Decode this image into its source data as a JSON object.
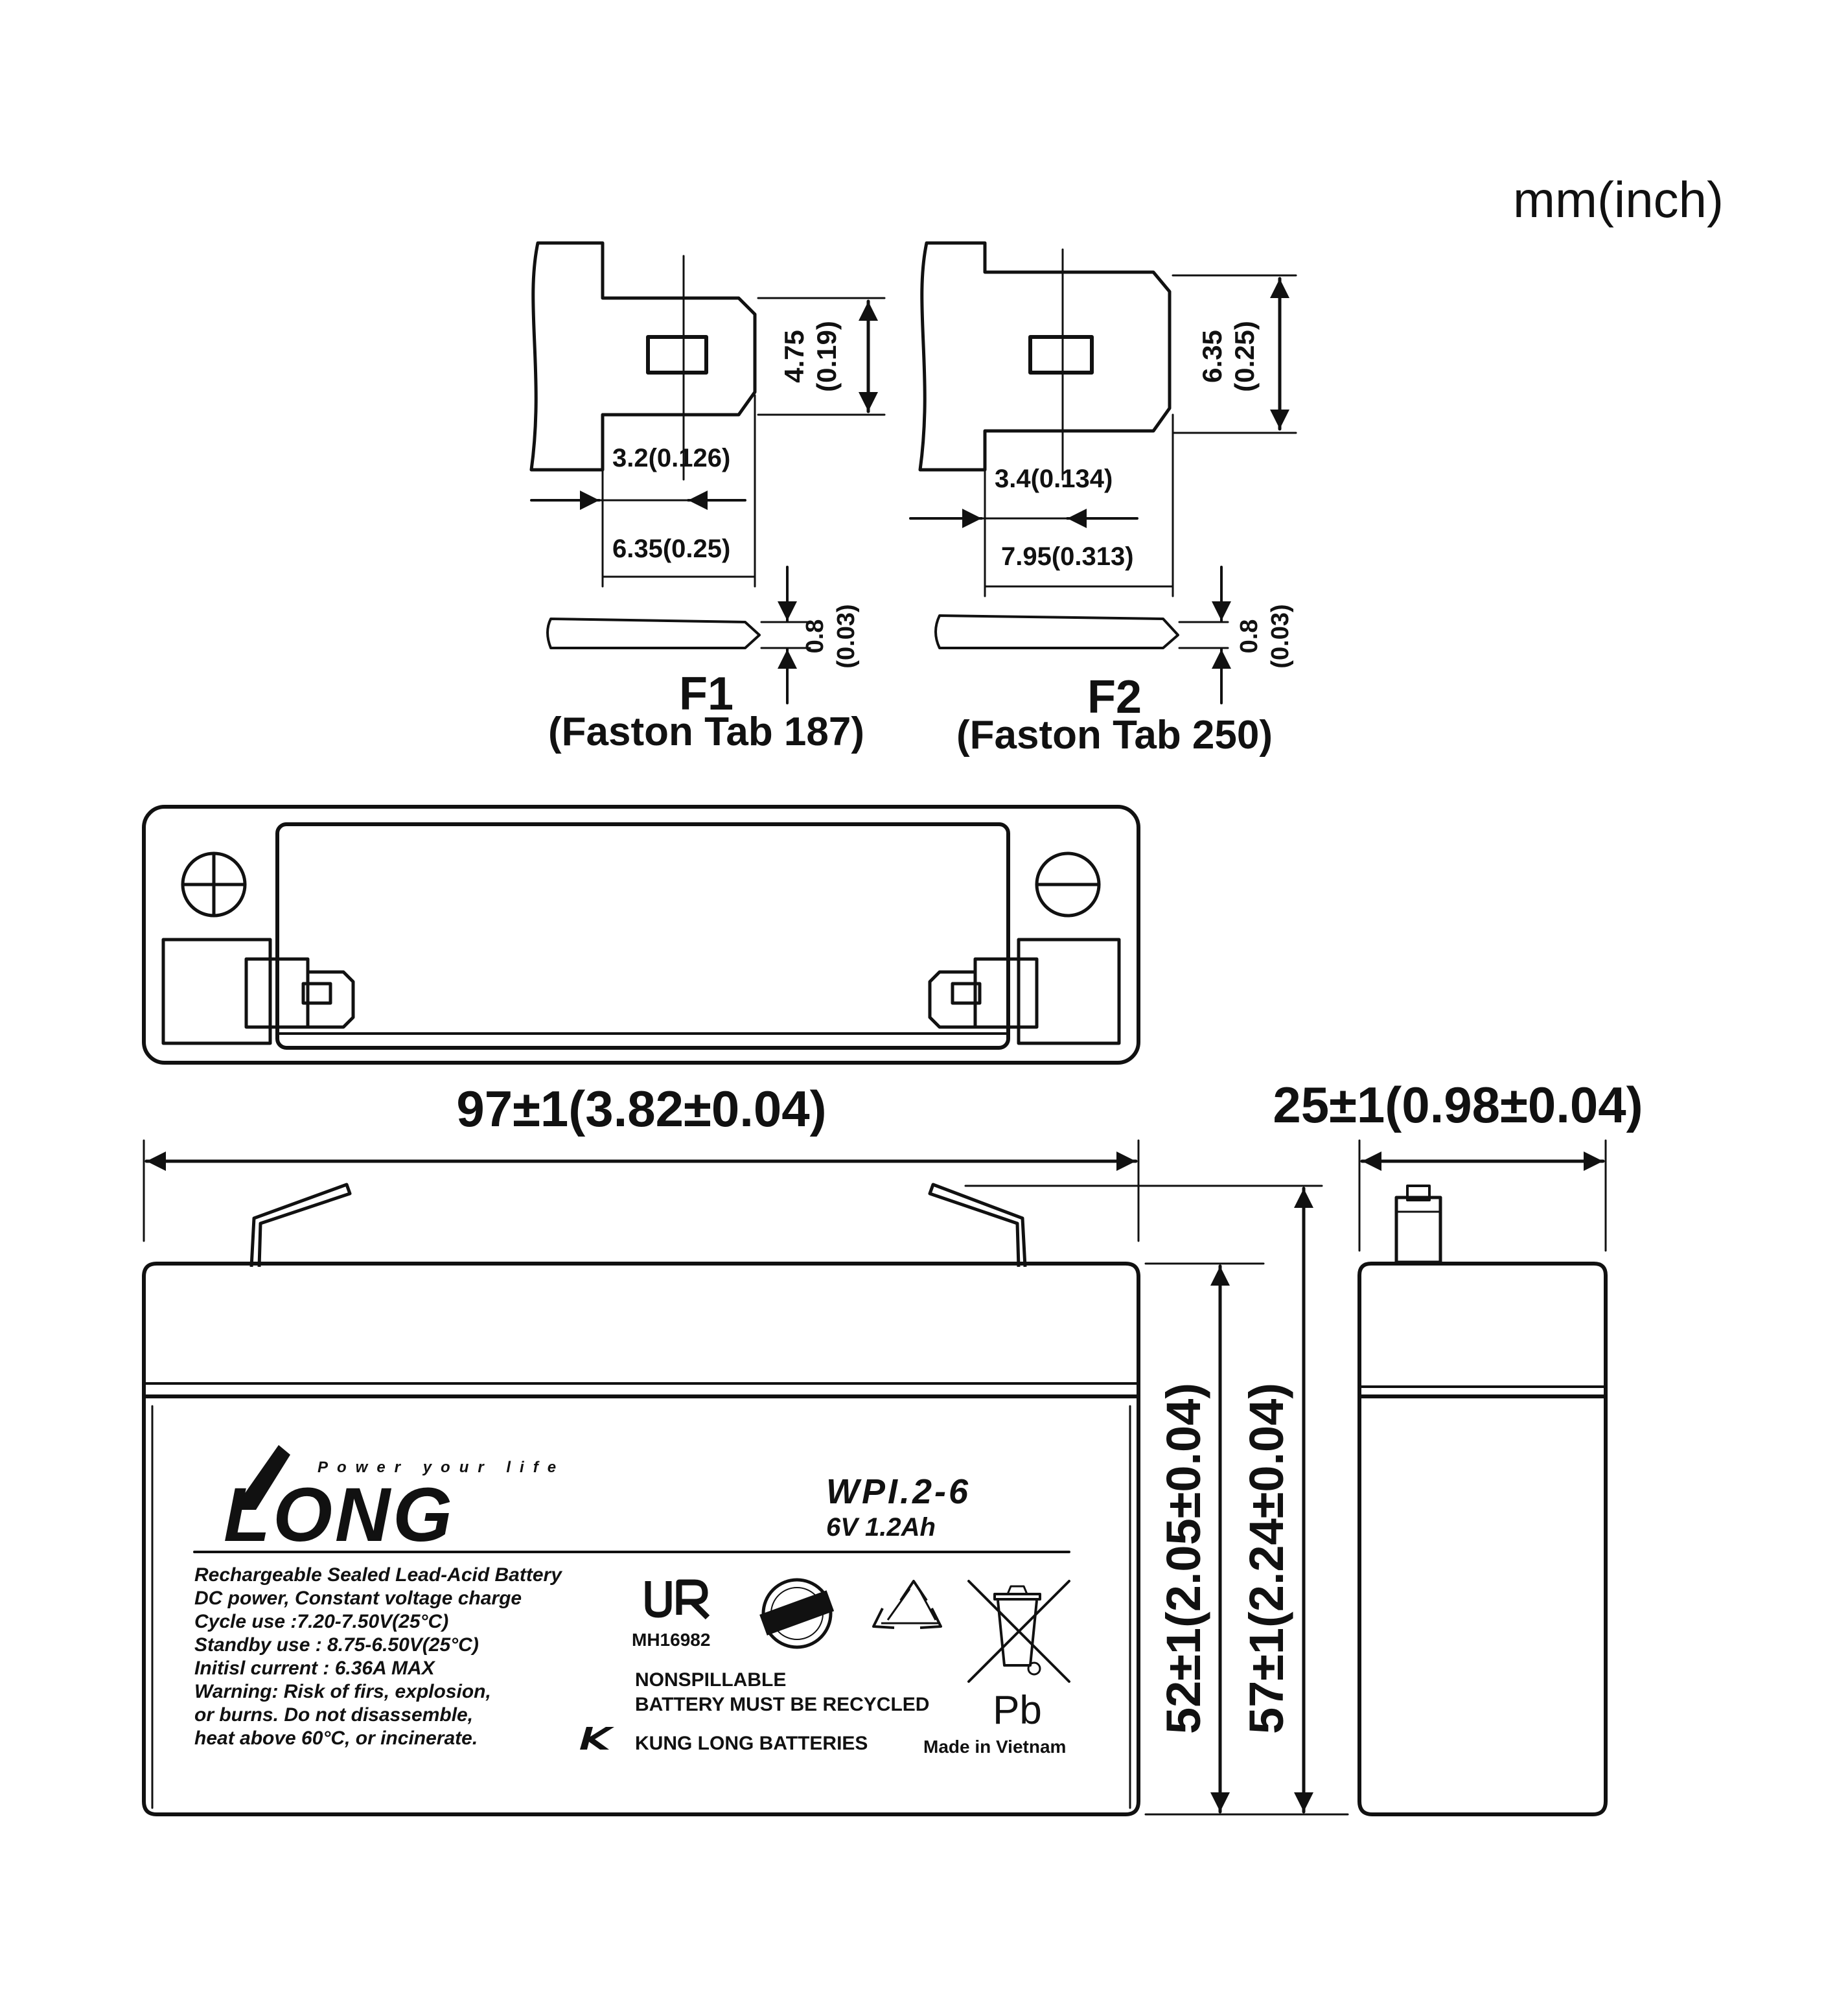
{
  "unit_label": "mm(inch)",
  "terminal_f1": {
    "name": "F1",
    "type": "(Faston Tab 187)",
    "height_dim": "4.75",
    "height_dim_inch": "(0.19)",
    "inner_width_dim": "3.2(0.126)",
    "outer_width_dim": "6.35(0.25)",
    "thickness_dim": "0.8",
    "thickness_dim_inch": "(0.03)"
  },
  "terminal_f2": {
    "name": "F2",
    "type": "(Faston Tab 250)",
    "height_dim": "6.35",
    "height_dim_inch": "(0.25)",
    "inner_width_dim": "3.4(0.134)",
    "outer_width_dim": "7.95(0.313)",
    "thickness_dim": "0.8",
    "thickness_dim_inch": "(0.03)"
  },
  "top_view": {
    "positive_symbol": "positive-terminal-icon",
    "negative_symbol": "negative-terminal-icon"
  },
  "dimensions": {
    "length": "97±1(3.82±0.04)",
    "width": "25±1(0.98±0.04)",
    "height_case": "52±1(2.05±0.04)",
    "height_total": "57±1(2.24±0.04)"
  },
  "label": {
    "brand": "LONG",
    "tagline": "Power your life",
    "model": "WPI.2-6",
    "rating": "6V 1.2Ah",
    "spec_lines": [
      "Rechargeable Sealed Lead-Acid Battery",
      "DC power, Constant voltage charge",
      "Cycle  use :7.20-7.50V(25°C)",
      "Standby use : 8.75-6.50V(25°C)",
      "Initisl current : 6.36A MAX",
      "Warning: Risk of firs, explosion,",
      "or burns. Do not disassemble,",
      "heat above 60°C, or incinerate."
    ],
    "ul_code": "MH16982",
    "nonspillable": "NONSPILLABLE",
    "recycle_notice": "BATTERY MUST BE RECYCLED",
    "manufacturer": "KUNG LONG BATTERIES",
    "lead_symbol": "Pb",
    "origin": "Made in Vietnam"
  },
  "colors": {
    "line": "#111111",
    "tab_fill": "#bdbdbd",
    "background": "#ffffff"
  }
}
